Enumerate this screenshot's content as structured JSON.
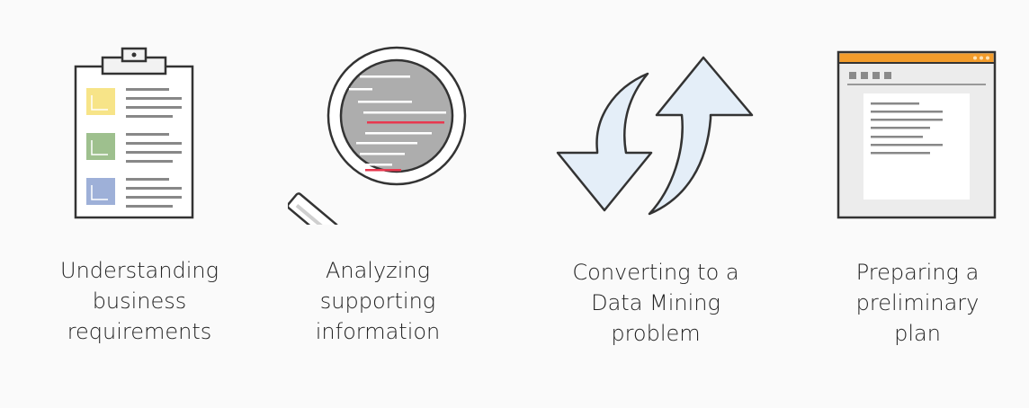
{
  "steps": [
    {
      "icon": "clipboard-icon",
      "lines": [
        "Understanding",
        "business",
        "requirements"
      ]
    },
    {
      "icon": "magnifying-glass-icon",
      "lines": [
        "Analyzing",
        "supporting",
        "information"
      ]
    },
    {
      "icon": "refresh-arrows-icon",
      "lines": [
        "Converting to a",
        "Data Mining",
        "problem"
      ]
    },
    {
      "icon": "browser-window-icon",
      "lines": [
        "Preparing a",
        "preliminary",
        "plan"
      ]
    }
  ],
  "colors": {
    "outline": "#333333",
    "line_gray": "#888888",
    "yellow": "#f7e488",
    "green": "#9ec08e",
    "blue": "#9eb0d8",
    "red": "#e8384f",
    "arrow_fill": "#e4eef8",
    "window_bar": "#f39c2b",
    "window_body": "#ececec"
  }
}
